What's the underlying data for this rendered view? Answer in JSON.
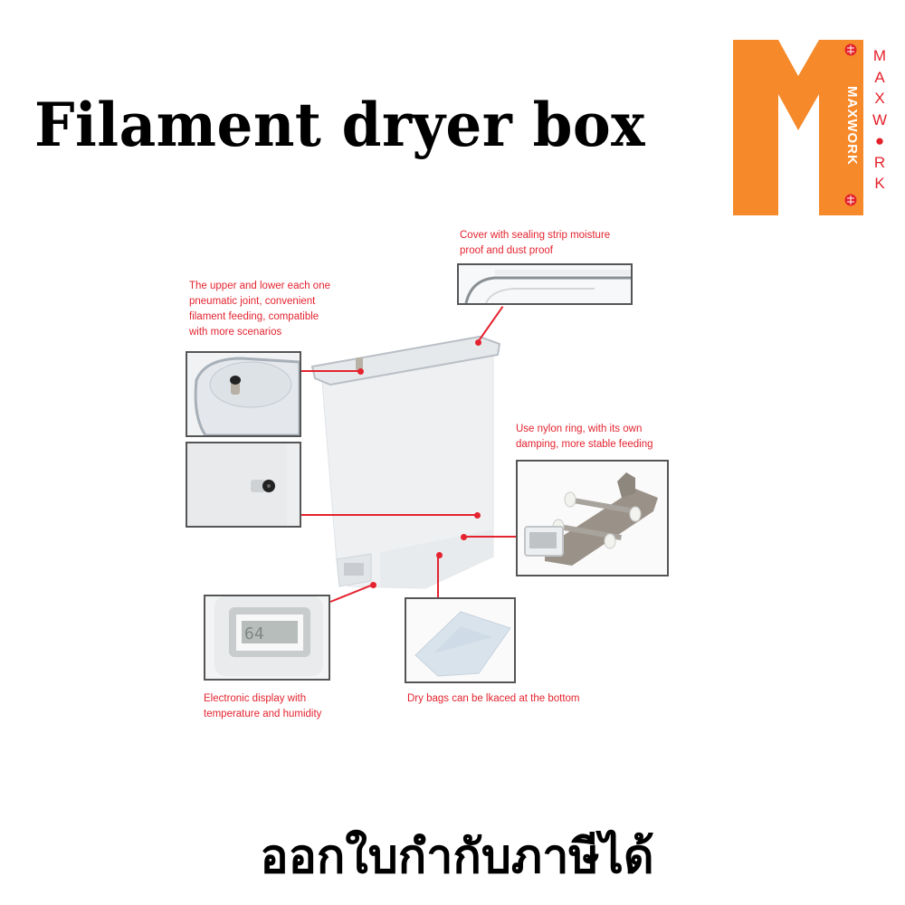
{
  "header": {
    "title": "Filament dryer box"
  },
  "logo": {
    "brand_vertical": "MAXWORK",
    "brand_letters": [
      "M",
      "A",
      "X",
      "W",
      "●",
      "R",
      "K"
    ],
    "brand_color": "#F6892A",
    "accent_color": "#E4212B"
  },
  "callouts": {
    "cover": "Cover with sealing strip moisture proof and dust proof",
    "cover_lines": [
      "Cover with sealing strip moisture",
      "proof and dust proof"
    ],
    "joint_lines": [
      "The upper and lower each one",
      "pneumatic joint, convenient",
      "filament feeding, compatible",
      "with more scenarios"
    ],
    "nylon_lines": [
      "Use nylon ring, with its own",
      "damping, more stable feeding"
    ],
    "display_lines": [
      "Electronic display with",
      "temperature and humidity"
    ],
    "drybag_lines": [
      "Dry bags can be lkaced at the bottom"
    ]
  },
  "display_reading": "64",
  "footer": {
    "thai_text": "ออกใบกำกับภาษีได้"
  },
  "colors": {
    "label_red": "#E4232F",
    "inset_border": "#555555"
  }
}
